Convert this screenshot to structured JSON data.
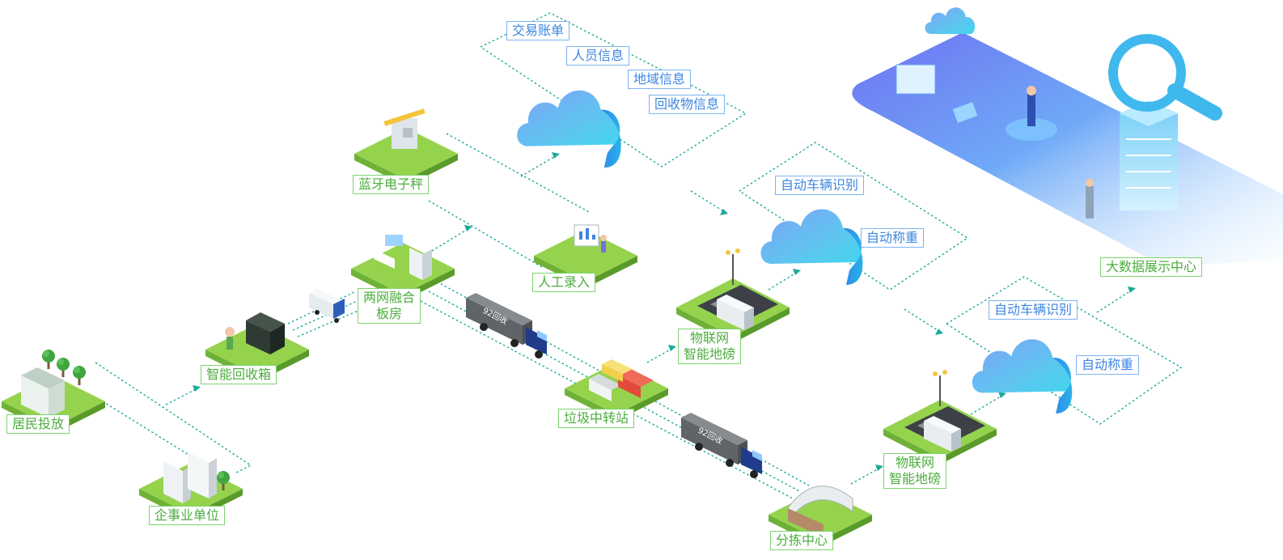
{
  "nodes": {
    "residents": "居民投放",
    "enterprise": "企事业单位",
    "smart_bin": "智能回收箱",
    "two_network_line1": "两网融合",
    "two_network_line2": "板房",
    "bluetooth_scale": "蓝牙电子秤",
    "manual_entry": "人工录入",
    "transfer_station": "垃圾中转站",
    "iot_scale_1_line1": "物联网",
    "iot_scale_1_line2": "智能地磅",
    "iot_scale_2_line1": "物联网",
    "iot_scale_2_line2": "智能地磅",
    "sorting_center": "分拣中心",
    "big_data": "大数据展示中心"
  },
  "cloud_info": {
    "transaction": "交易账单",
    "personnel": "人员信息",
    "region": "地域信息",
    "recyclables": "回收物信息"
  },
  "cloud_vehicle_1": {
    "plate_recognition": "自动车辆识别",
    "auto_weigh": "自动称重"
  },
  "cloud_vehicle_2": {
    "plate_recognition": "自动车辆识别",
    "auto_weigh": "自动称重"
  },
  "truck_brand": "92回收",
  "colors": {
    "green_text": "#4cad3e",
    "green_border": "#7ed36f",
    "blue_text": "#3d86e2",
    "blue_border": "#7fb3f2",
    "connector": "#1ba99a"
  }
}
